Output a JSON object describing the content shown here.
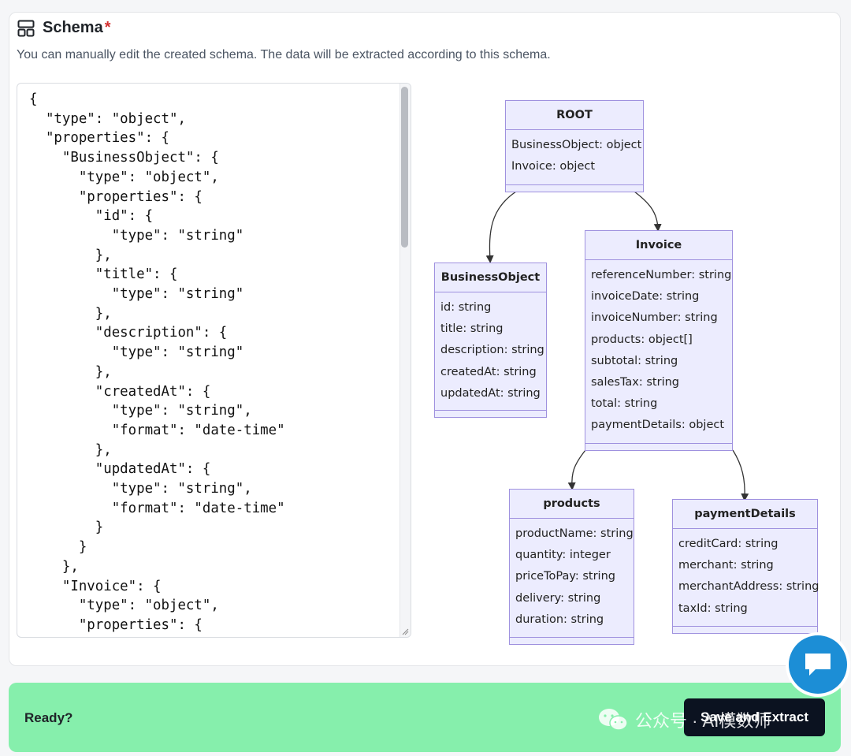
{
  "schema_section": {
    "title": "Schema",
    "required_mark": "*",
    "description": "You can manually edit the created schema. The data will be extracted according to this schema.",
    "layout_icon": "layout-icon"
  },
  "editor": {
    "content": "{\n  \"type\": \"object\",\n  \"properties\": {\n    \"BusinessObject\": {\n      \"type\": \"object\",\n      \"properties\": {\n        \"id\": {\n          \"type\": \"string\"\n        },\n        \"title\": {\n          \"type\": \"string\"\n        },\n        \"description\": {\n          \"type\": \"string\"\n        },\n        \"createdAt\": {\n          \"type\": \"string\",\n          \"format\": \"date-time\"\n        },\n        \"updatedAt\": {\n          \"type\": \"string\",\n          \"format\": \"date-time\"\n        }\n      }\n    },\n    \"Invoice\": {\n      \"type\": \"object\",\n      \"properties\": {"
  },
  "diagram": {
    "root": {
      "title": "ROOT",
      "fields": [
        "BusinessObject: object",
        "Invoice: object"
      ]
    },
    "business_object": {
      "title": "BusinessObject",
      "fields": [
        "id: string",
        "title: string",
        "description: string",
        "createdAt: string",
        "updatedAt: string"
      ]
    },
    "invoice": {
      "title": "Invoice",
      "fields": [
        "referenceNumber: string",
        "invoiceDate: string",
        "invoiceNumber: string",
        "products: object[]",
        "subtotal: string",
        "salesTax: string",
        "total: string",
        "paymentDetails: object"
      ]
    },
    "products": {
      "title": "products",
      "fields": [
        "productName: string",
        "quantity: integer",
        "priceToPay: string",
        "delivery: string",
        "duration: string"
      ]
    },
    "payment_details": {
      "title": "paymentDetails",
      "fields": [
        "creditCard: string",
        "merchant: string",
        "merchantAddress: string",
        "taxId: string"
      ]
    }
  },
  "footer": {
    "ready_label": "Ready?",
    "save_label": "Save and Extract"
  },
  "overlays": {
    "chat_icon": "chat-bubble-icon",
    "watermark_text": "公众号 · AI模数师",
    "watermark_icon": "wechat-icon"
  },
  "colors": {
    "diagram_fill": "#ececfe",
    "diagram_border": "#9f91df",
    "ready_bar": "#86efac",
    "button": "#0b1220",
    "chat": "#1c8ed6",
    "required": "#d32f2f"
  }
}
